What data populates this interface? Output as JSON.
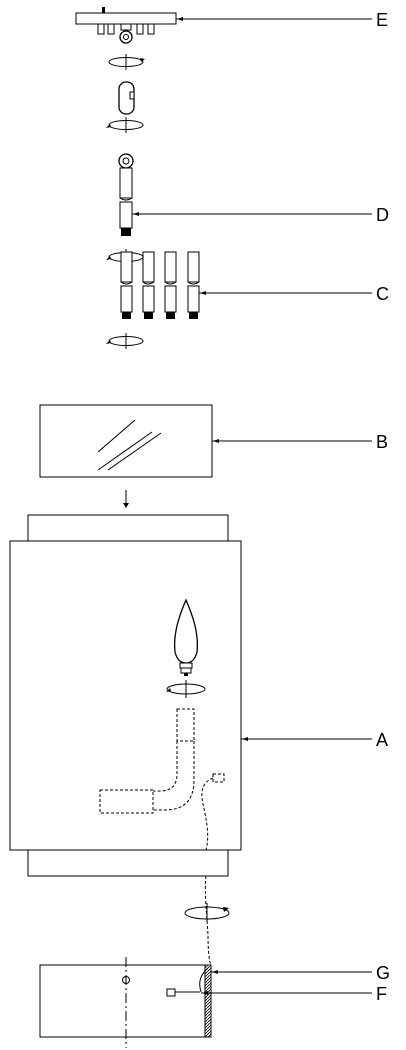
{
  "diagram": {
    "labels": {
      "E": "E",
      "D": "D",
      "C": "C",
      "B": "B",
      "A": "A",
      "G": "G",
      "F": "F"
    }
  }
}
